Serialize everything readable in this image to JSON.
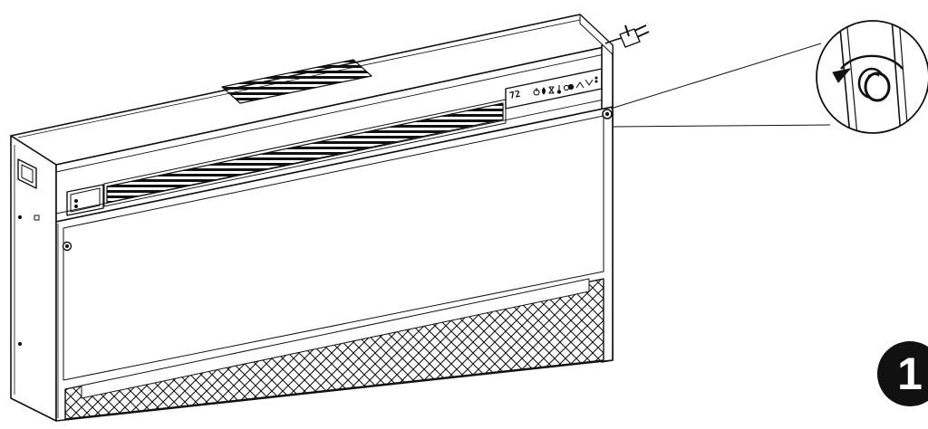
{
  "diagram": {
    "step_number": "1",
    "control_panel": {
      "display_value": "72",
      "button_icons": [
        "power-icon",
        "flame-icon",
        "timer-icon",
        "temperature-icon",
        "heat-icon",
        "up-arrow-icon",
        "down-arrow-icon"
      ]
    },
    "detail_callout": {
      "subject": "knob",
      "rotation_direction": "counterclockwise",
      "arrow_icon": "rotate-arrow-icon"
    },
    "colors": {
      "line": "#111111",
      "background": "#ffffff",
      "badge": "#111111"
    }
  }
}
